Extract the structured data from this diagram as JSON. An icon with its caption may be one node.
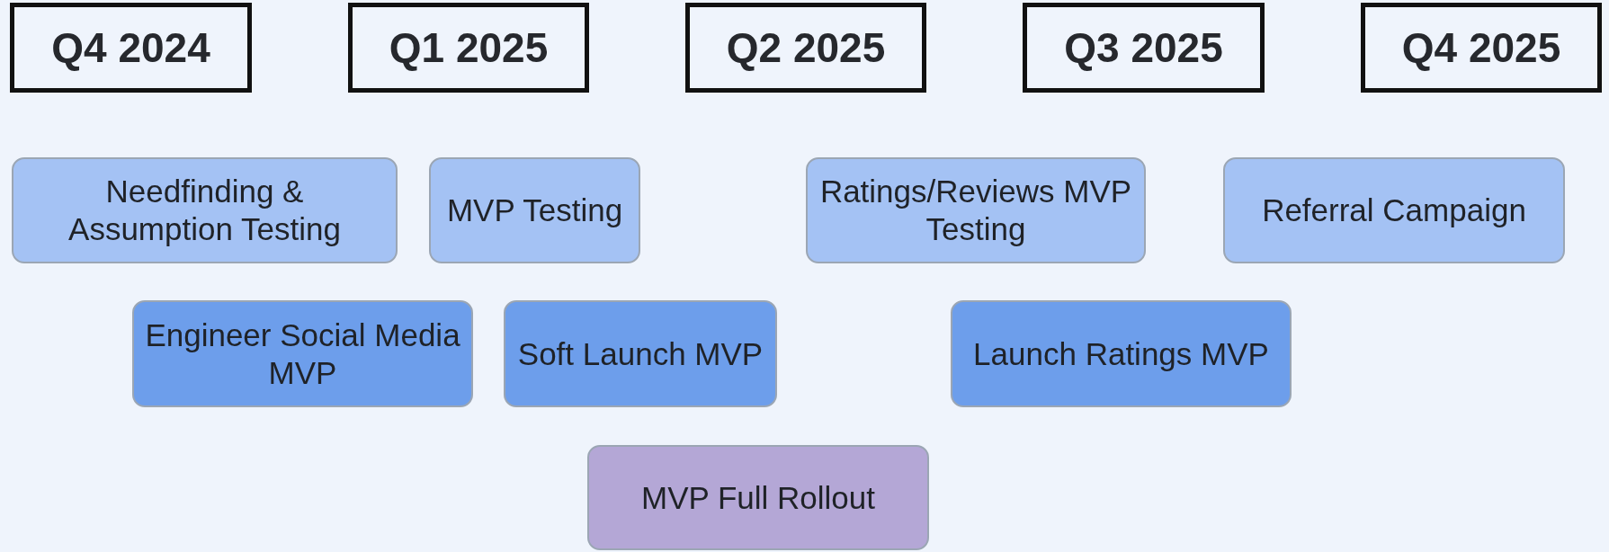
{
  "diagram": {
    "nodes": [
      {
        "text": [
          "Q4 2024"
        ]
      },
      {
        "text": [
          "Q1 2025"
        ]
      },
      {
        "text": [
          "Q2 2025"
        ]
      },
      {
        "text": [
          "Q3 2025"
        ]
      },
      {
        "text": [
          "Q4 2025"
        ]
      },
      {
        "text": [
          "Needfinding & Assumption Testing"
        ]
      },
      {
        "text": [
          "MVP Testing"
        ]
      },
      {
        "text": [
          "Ratings/Reviews MVP Testing"
        ]
      },
      {
        "text": [
          "Referral Campaign"
        ]
      },
      {
        "text": [
          "Engineer Social Media MVP"
        ]
      },
      {
        "text": [
          "Soft Launch MVP"
        ]
      },
      {
        "text": [
          "Launch Ratings MVP"
        ]
      },
      {
        "text": [
          "MVP Full Rollout"
        ]
      }
    ],
    "edges": []
  }
}
